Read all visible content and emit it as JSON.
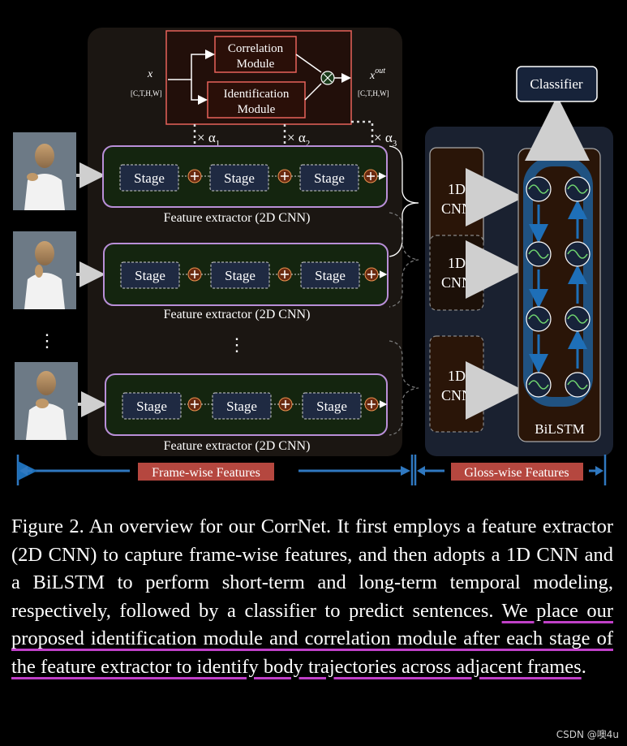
{
  "module": {
    "correlation": [
      "Correlation",
      "Module"
    ],
    "identification": [
      "Identification",
      "Module"
    ],
    "input_var": "x",
    "input_shape": "[C,T,H,W]",
    "output_var": "x",
    "output_sup": "out",
    "output_shape": "[C,T,H,W]",
    "alpha1": "× α",
    "alpha1_sub": "1",
    "alpha2": "× α",
    "alpha2_sub": "2",
    "alpha3": "× α",
    "alpha3_sub": "3"
  },
  "extractor": {
    "stage_label": "Stage",
    "title": "Feature extractor (2D CNN)",
    "vertical_ellipsis": "⋮"
  },
  "temporal": {
    "cnn": [
      "1D",
      "CNN"
    ],
    "bilstm": "BiLSTM",
    "classifier": "Classifier"
  },
  "bottom": {
    "frame_features": "Frame-wise Features",
    "gloss_features": "Gloss-wise Features"
  },
  "caption": {
    "plain": "Figure 2.  An overview for our CorrNet.  It first employs a feature extractor (2D CNN) to capture frame-wise features, and then adopts a 1D CNN and a BiLSTM to perform short-term and long-term temporal modeling, respectively, followed by a classifier to predict sentences. ",
    "underlined": "We place our proposed identification module and correlation module after each stage of the feature extractor to identify body trajectories across adjacent frames",
    "end": "."
  },
  "watermark": "CSDN @噢4u",
  "colors": {
    "accent_red": "#e8625a",
    "stage_border": "#b98fd8",
    "arrow_blue": "#2f78c0",
    "label_bg": "#b5473f"
  }
}
